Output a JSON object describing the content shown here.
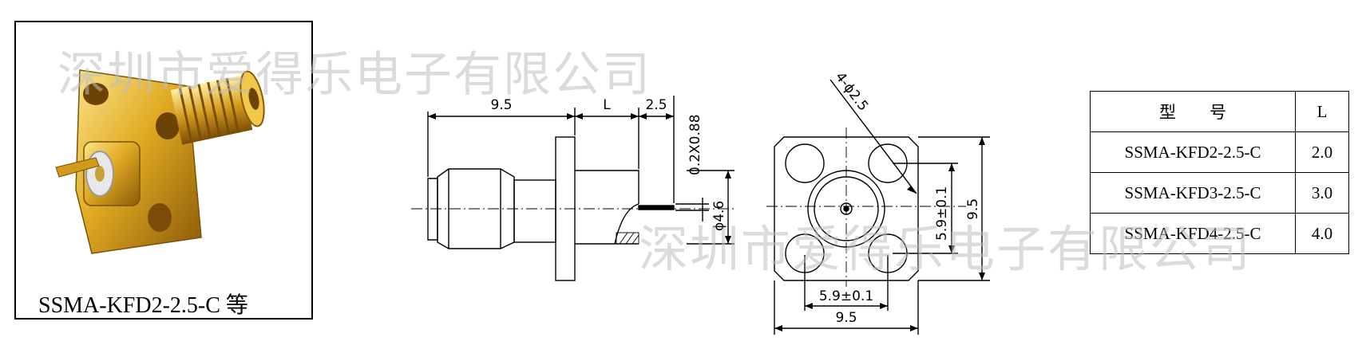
{
  "photo": {
    "caption": "SSMA-KFD2-2.5-C 等"
  },
  "watermark": "深圳市爱得乐电子有限公司",
  "drawing": {
    "side_view": {
      "dim_length_left": "9.5",
      "dim_length_L": "L",
      "dim_length_right": "2.5",
      "dim_pin": "0.2X0.88",
      "dim_diameter": "ϕ4.6"
    },
    "front_view": {
      "dim_holes": "4-ϕ2.5",
      "dim_spacing_vertical": "5.9±0.1",
      "dim_height": "9.5",
      "dim_spacing_horizontal": "5.9±0.1",
      "dim_width": "9.5"
    }
  },
  "table": {
    "header_model": "型　　号",
    "header_L": "L",
    "rows": [
      {
        "model": "SSMA-KFD2-2.5-C",
        "L": "2.0"
      },
      {
        "model": "SSMA-KFD3-2.5-C",
        "L": "3.0"
      },
      {
        "model": "SSMA-KFD4-2.5-C",
        "L": "4.0"
      }
    ]
  },
  "colors": {
    "gold_light": "#f7d96b",
    "gold_mid": "#d9a520",
    "gold_dark": "#8a5a08",
    "line": "#000000"
  }
}
